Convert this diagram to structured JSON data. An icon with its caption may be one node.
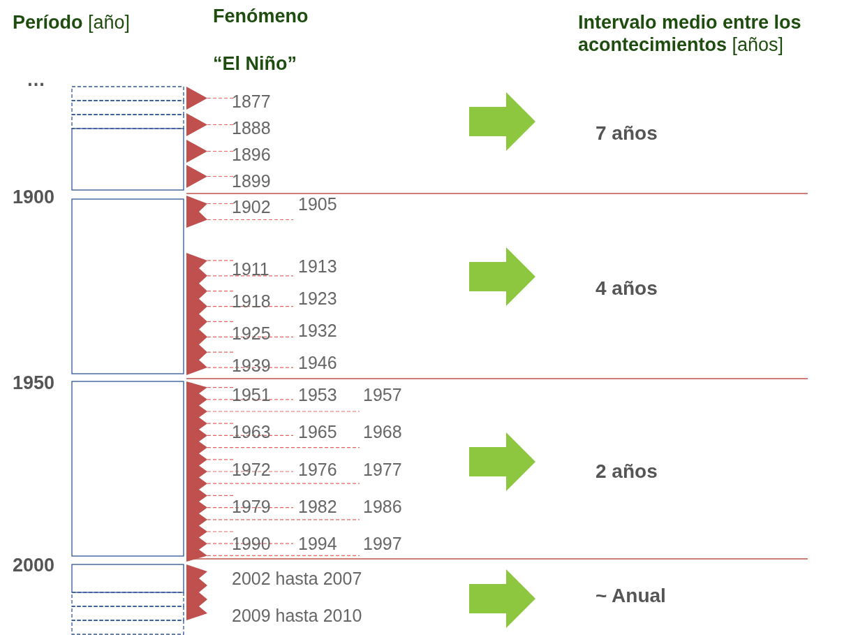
{
  "diagram": {
    "labels": [
      "**Período** [año]",
      "Fenómeno “El Niño”",
      "**Intervalo medio entre los acontecimientos** [años]",
      "…",
      "1877",
      "1888",
      "1896",
      "1899",
      "7 años",
      "1900",
      "1902",
      "1905",
      "1911",
      "1913",
      "1918",
      "1923",
      "1925",
      "1932",
      "1939",
      "1946",
      "4 años",
      "1950",
      "1951",
      "1953",
      "1957",
      "1963",
      "1965",
      "1968",
      "1972",
      "1976",
      "1977",
      "1979",
      "1982",
      "1986",
      "1990",
      "1994",
      "1997",
      "2 años",
      "2000",
      "2002 hasta 2007",
      "2009 hasta 2010",
      "~ Anual"
    ]
  }
}
